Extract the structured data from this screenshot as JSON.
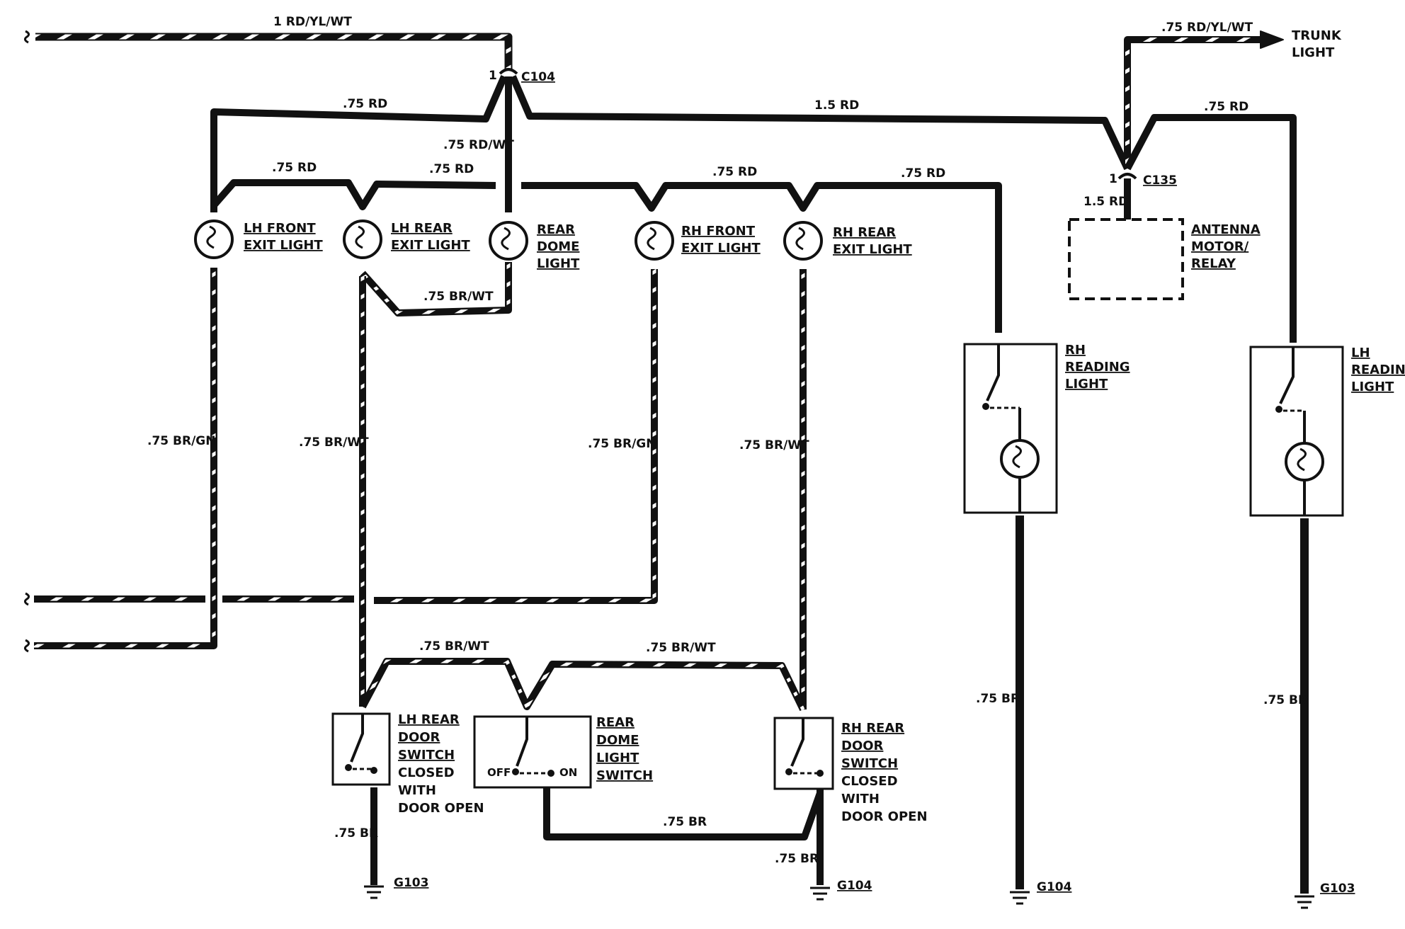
{
  "colors": {
    "wire": "#111111",
    "paper": "#ffffff"
  },
  "wires": {
    "top_main": "1 RD/YL/WT",
    "to_lh_front": ".75 RD",
    "lh_front_to_lh_rear": ".75 RD",
    "c104_lower": ".75 RD/WT",
    "lh_rear_to_rear_dome": ".75 RD",
    "main_1_5": "1.5 RD",
    "mid_rh_front": ".75 RD",
    "to_rh_reading": ".75 RD",
    "trunk_feed": ".75 RD/YL/WT",
    "to_lh_reading": ".75 RD",
    "c135_to_antenna": "1.5 RD",
    "dome_jumper": ".75 BR/WT",
    "lh_front_down": ".75 BR/GN",
    "lh_rear_down": ".75 BR/WT",
    "rh_front_down": ".75 BR/GN",
    "rh_rear_down": ".75 BR/WT",
    "lh_sw_to_dome_sw": ".75 BR/WT",
    "dome_sw_to_rh_sw": ".75 BR/WT",
    "lh_sw_ground": ".75 BR",
    "dome_sw_to_rh_ground": ".75 BR",
    "rh_sw_ground": ".75 BR",
    "rh_reading_ground": ".75 BR",
    "lh_reading_ground": ".75 BR"
  },
  "connectors": {
    "c104": {
      "name": "C104",
      "pin": "1"
    },
    "c135": {
      "name": "C135",
      "pin": "1"
    }
  },
  "components": {
    "lh_front_exit": {
      "line1": "LH FRONT",
      "line2": "EXIT LIGHT"
    },
    "lh_rear_exit": {
      "line1": "LH REAR",
      "line2": "EXIT LIGHT"
    },
    "rear_dome": {
      "line1": "REAR",
      "line2": "DOME",
      "line3": "LIGHT"
    },
    "rh_front_exit": {
      "line1": "RH FRONT",
      "line2": "EXIT LIGHT"
    },
    "rh_rear_exit": {
      "line1": "RH REAR",
      "line2": "EXIT LIGHT"
    },
    "antenna": {
      "line1": "ANTENNA",
      "line2": "MOTOR/",
      "line3": "RELAY"
    },
    "trunk": {
      "line1": "TRUNK",
      "line2": "LIGHT"
    },
    "rh_reading": {
      "line1": "RH",
      "line2": "READING",
      "line3": "LIGHT"
    },
    "lh_reading": {
      "line1": "LH",
      "line2": "READING",
      "line3": "LIGHT"
    },
    "lh_door_switch": {
      "line1": "LH REAR",
      "line2": "DOOR",
      "line3": "SWITCH",
      "line4": "CLOSED",
      "line5": "WITH",
      "line6": "DOOR OPEN"
    },
    "dome_switch": {
      "line1": "REAR",
      "line2": "DOME",
      "line3": "LIGHT",
      "line4": "SWITCH",
      "off": "OFF",
      "on": "ON"
    },
    "rh_door_switch": {
      "line1": "RH REAR",
      "line2": "DOOR",
      "line3": "SWITCH",
      "line4": "CLOSED",
      "line5": "WITH",
      "line6": "DOOR OPEN"
    }
  },
  "grounds": {
    "g103_left": "G103",
    "g104_mid": "G104",
    "g104_right": "G104",
    "g103_right": "G103"
  }
}
